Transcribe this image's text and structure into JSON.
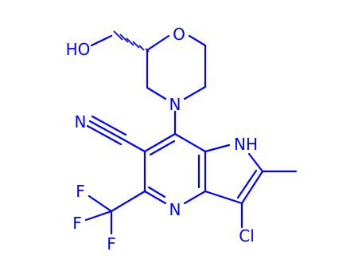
{
  "molecule": {
    "atoms": {
      "hydroxyl": "HO",
      "morpholine_oxygen": "O",
      "morpholine_nitrogen": "N",
      "nitrile_nitrogen": "N",
      "pyrrole_nh": "NH",
      "pyridine_nitrogen": "N",
      "chlorine": "Cl",
      "fluorine_1": "F",
      "fluorine_2": "F",
      "fluorine_3": "F"
    },
    "colors": {
      "bond": "#0000ff",
      "label": "#0000ff",
      "background": "#ffffff"
    }
  }
}
